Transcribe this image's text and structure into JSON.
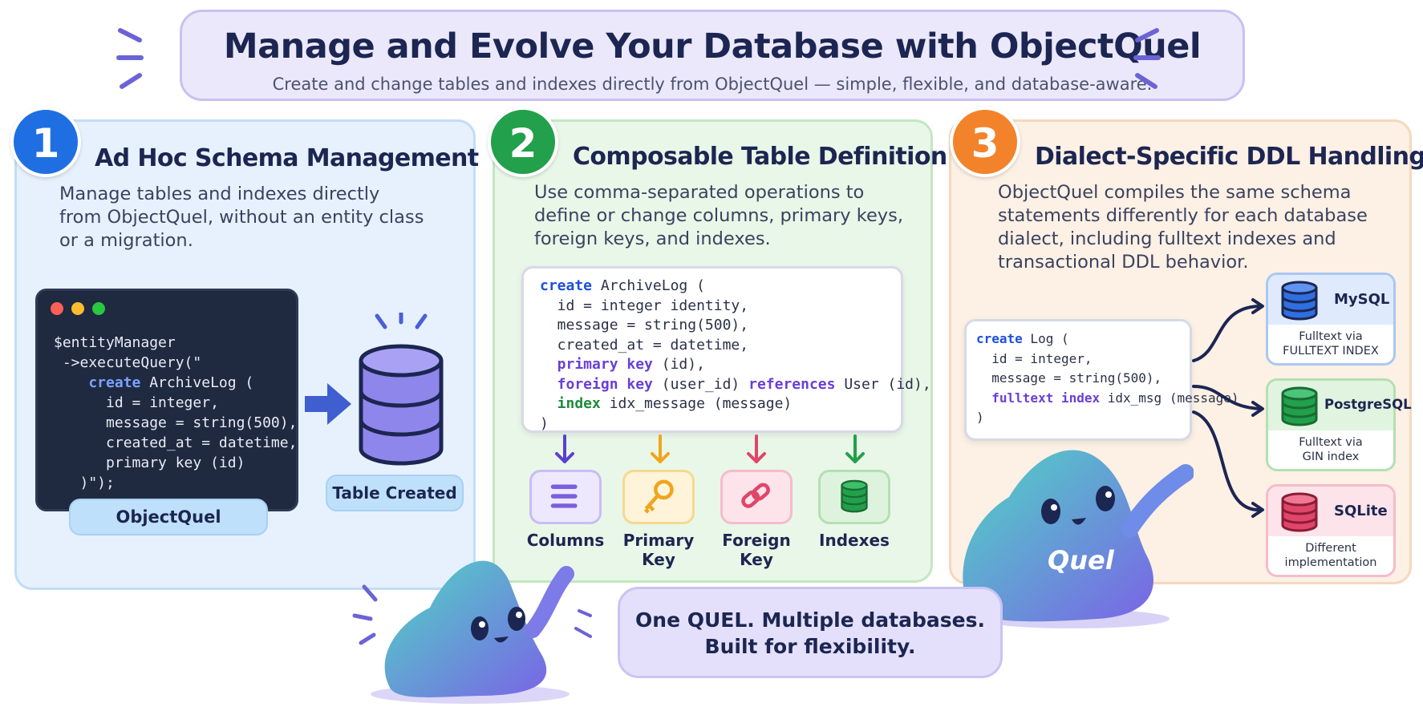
{
  "header": {
    "title": "Manage and Evolve Your Database with ObjectQuel",
    "subtitle": "Create and change tables and indexes directly from ObjectQuel — simple, flexible, and database-aware."
  },
  "panels": [
    {
      "number": "1",
      "title": "Ad Hoc Schema Management",
      "description": [
        "Manage tables and indexes directly",
        "from ObjectQuel, without an entity class",
        "or a migration."
      ],
      "code_lines": [
        "$entityManager",
        " ->executeQuery(\"",
        "    create",
        " ArchiveLog (",
        "      id = integer,",
        "      message = string(500),",
        "      created_at = datetime,",
        "      primary key (id)",
        "   )\");"
      ],
      "terminal_label": "ObjectQuel",
      "result_label": "Table Created"
    },
    {
      "number": "2",
      "title": "Composable Table Definition",
      "description": [
        "Use comma-separated operations to",
        "define or change columns, primary keys,",
        "foreign keys, and indexes."
      ],
      "code": {
        "l1_kw": "create",
        "l1_rest": " ArchiveLog (",
        "l2": "  id = integer identity,",
        "l3": "  message = string(500),",
        "l4": "  created_at = datetime,",
        "l5_kw": "  primary key",
        "l5_rest": " (id),",
        "l6_kw": "  foreign key",
        "l6_mid": " (user_id) ",
        "l6_kw2": "references",
        "l6_rest": " User (id),",
        "l7_kw": "  index",
        "l7_rest": " idx_message (message)",
        "l8": ")"
      },
      "icons": [
        {
          "label": [
            "Columns"
          ],
          "icon": "list-icon",
          "color": "#7b5fe0"
        },
        {
          "label": [
            "Primary",
            "Key"
          ],
          "icon": "key-icon",
          "color": "#f0a51c"
        },
        {
          "label": [
            "Foreign",
            "Key"
          ],
          "icon": "link-icon",
          "color": "#e0456a"
        },
        {
          "label": [
            "Indexes"
          ],
          "icon": "database-icon",
          "color": "#22a04b"
        }
      ]
    },
    {
      "number": "3",
      "title": "Dialect-Specific DDL Handling",
      "description": [
        "ObjectQuel compiles the same schema",
        "statements differently for each database",
        "dialect, including fulltext indexes and",
        "transactional DDL behavior."
      ],
      "code": {
        "l1_kw": "create",
        "l1_rest": " Log (",
        "l2": "  id = integer,",
        "l3": "  message = string(500),",
        "l4_kw": "  fulltext index",
        "l4_rest": " idx_msg (message)",
        "l5": ")"
      },
      "databases": [
        {
          "name": "MySQL",
          "note": [
            "Fulltext via",
            "FULLTEXT INDEX"
          ],
          "color": "#2f6fe0"
        },
        {
          "name": "PostgreSQL",
          "note": [
            "Fulltext via",
            "GIN index"
          ],
          "color": "#22a04b"
        },
        {
          "name": "SQLite",
          "note": [
            "Different",
            "implementation"
          ],
          "color": "#e0456a"
        }
      ],
      "mascot_label": "Quel"
    }
  ],
  "bubble": [
    "One QUEL. Multiple databases.",
    "Built for flexibility."
  ],
  "colors": {
    "blue": "#1f6fe3",
    "green": "#22a04b",
    "orange": "#f3832a",
    "purple": "#7b5fe0"
  }
}
